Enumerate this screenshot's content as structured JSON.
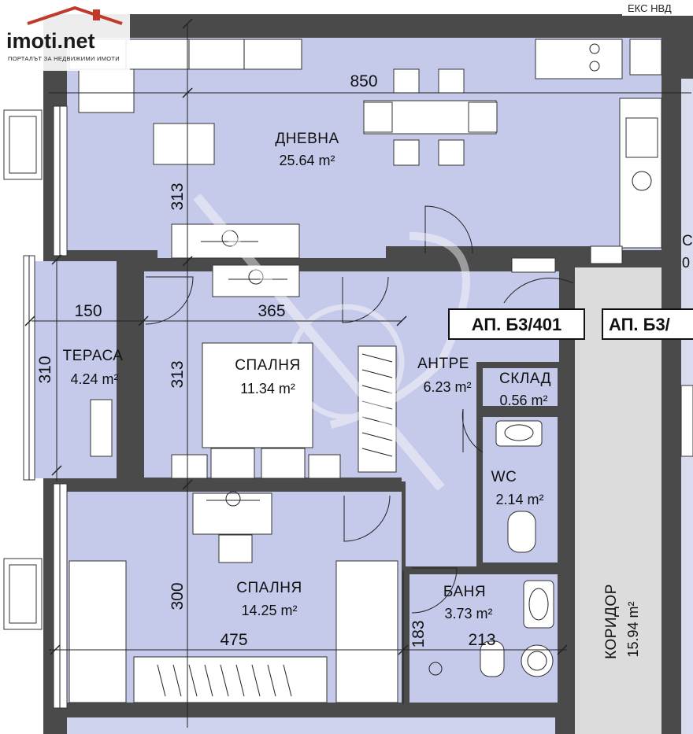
{
  "logo": {
    "brand": "imoti.net",
    "tagline": "ПОРТАЛЪТ ЗА НЕДВИЖИМИ ИМОТИ"
  },
  "corner_note": "ЕКС НВД",
  "apartments": {
    "main": "АП. Б3/401",
    "neighbor": "АП. Б3/"
  },
  "rooms": {
    "living": {
      "name": "ДНЕВНА",
      "area": "25.64 m²"
    },
    "terrace": {
      "name": "ТЕРАСА",
      "area": "4.24 m²"
    },
    "bedroom1": {
      "name": "СПАЛНЯ",
      "area": "11.34 m²"
    },
    "hall": {
      "name": "АНТРЕ",
      "area": "6.23 m²"
    },
    "storage": {
      "name": "СКЛАД",
      "area": "0.56 m²"
    },
    "wc": {
      "name": "WC",
      "area": "2.14 m²"
    },
    "bedroom2": {
      "name": "СПАЛНЯ",
      "area": "14.25 m²"
    },
    "bath": {
      "name": "БАНЯ",
      "area": "3.73 m²"
    },
    "corridor": {
      "name": "КОРИДОР",
      "area": "15.94 m²"
    },
    "partial_right": {
      "name": "С",
      "area": "0"
    }
  },
  "dimensions": {
    "living_width": "850",
    "living_depth": "313",
    "terrace_width": "150",
    "terrace_depth": "310",
    "bedroom1_width": "365",
    "bedroom1_depth": "313",
    "bedroom2_depth": "300",
    "bedroom2_width": "475",
    "bath_depth": "183",
    "bath_width": "213"
  },
  "colors": {
    "room_fill": "#c5c9ea",
    "wall": "#4a4a4a",
    "corridor": "#dcdcdc",
    "logo_red": "#c0392b"
  }
}
